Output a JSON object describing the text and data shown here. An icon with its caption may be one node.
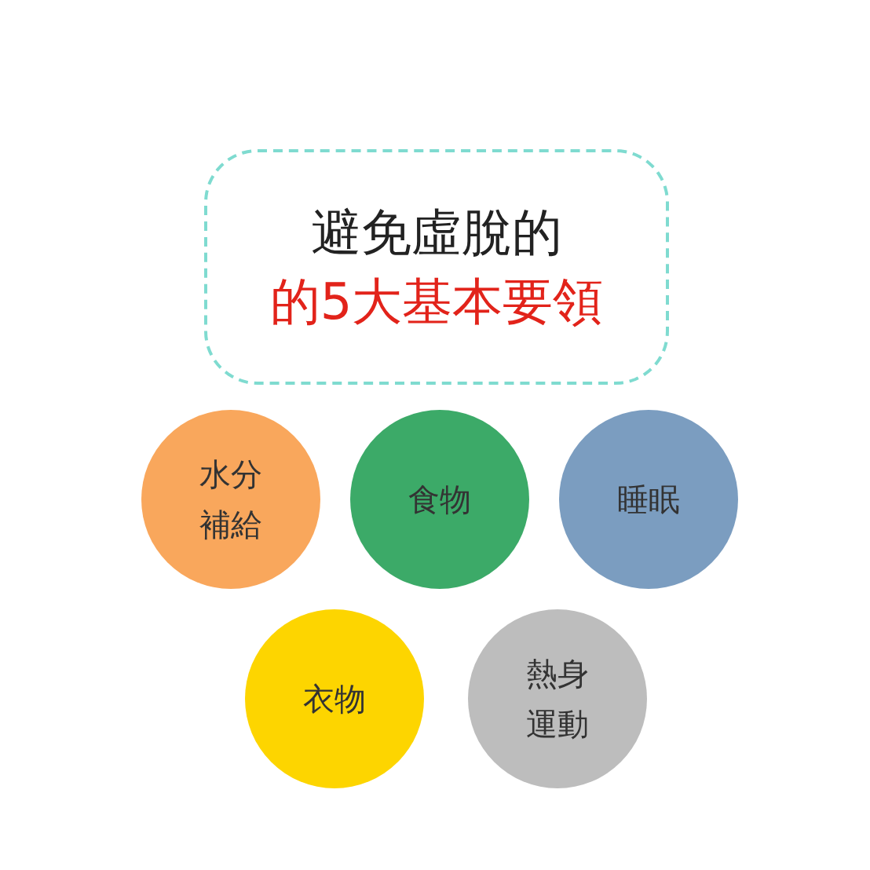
{
  "diagram": {
    "nodes": [
      {
        "text": [
          "避免虛脫的",
          "的5大基本要領"
        ]
      },
      {
        "text": [
          "水分補給"
        ]
      },
      {
        "text": [
          "食物"
        ]
      },
      {
        "text": [
          "睡眠"
        ]
      },
      {
        "text": [
          "衣物"
        ]
      },
      {
        "text": [
          "熱身運動"
        ]
      }
    ]
  }
}
